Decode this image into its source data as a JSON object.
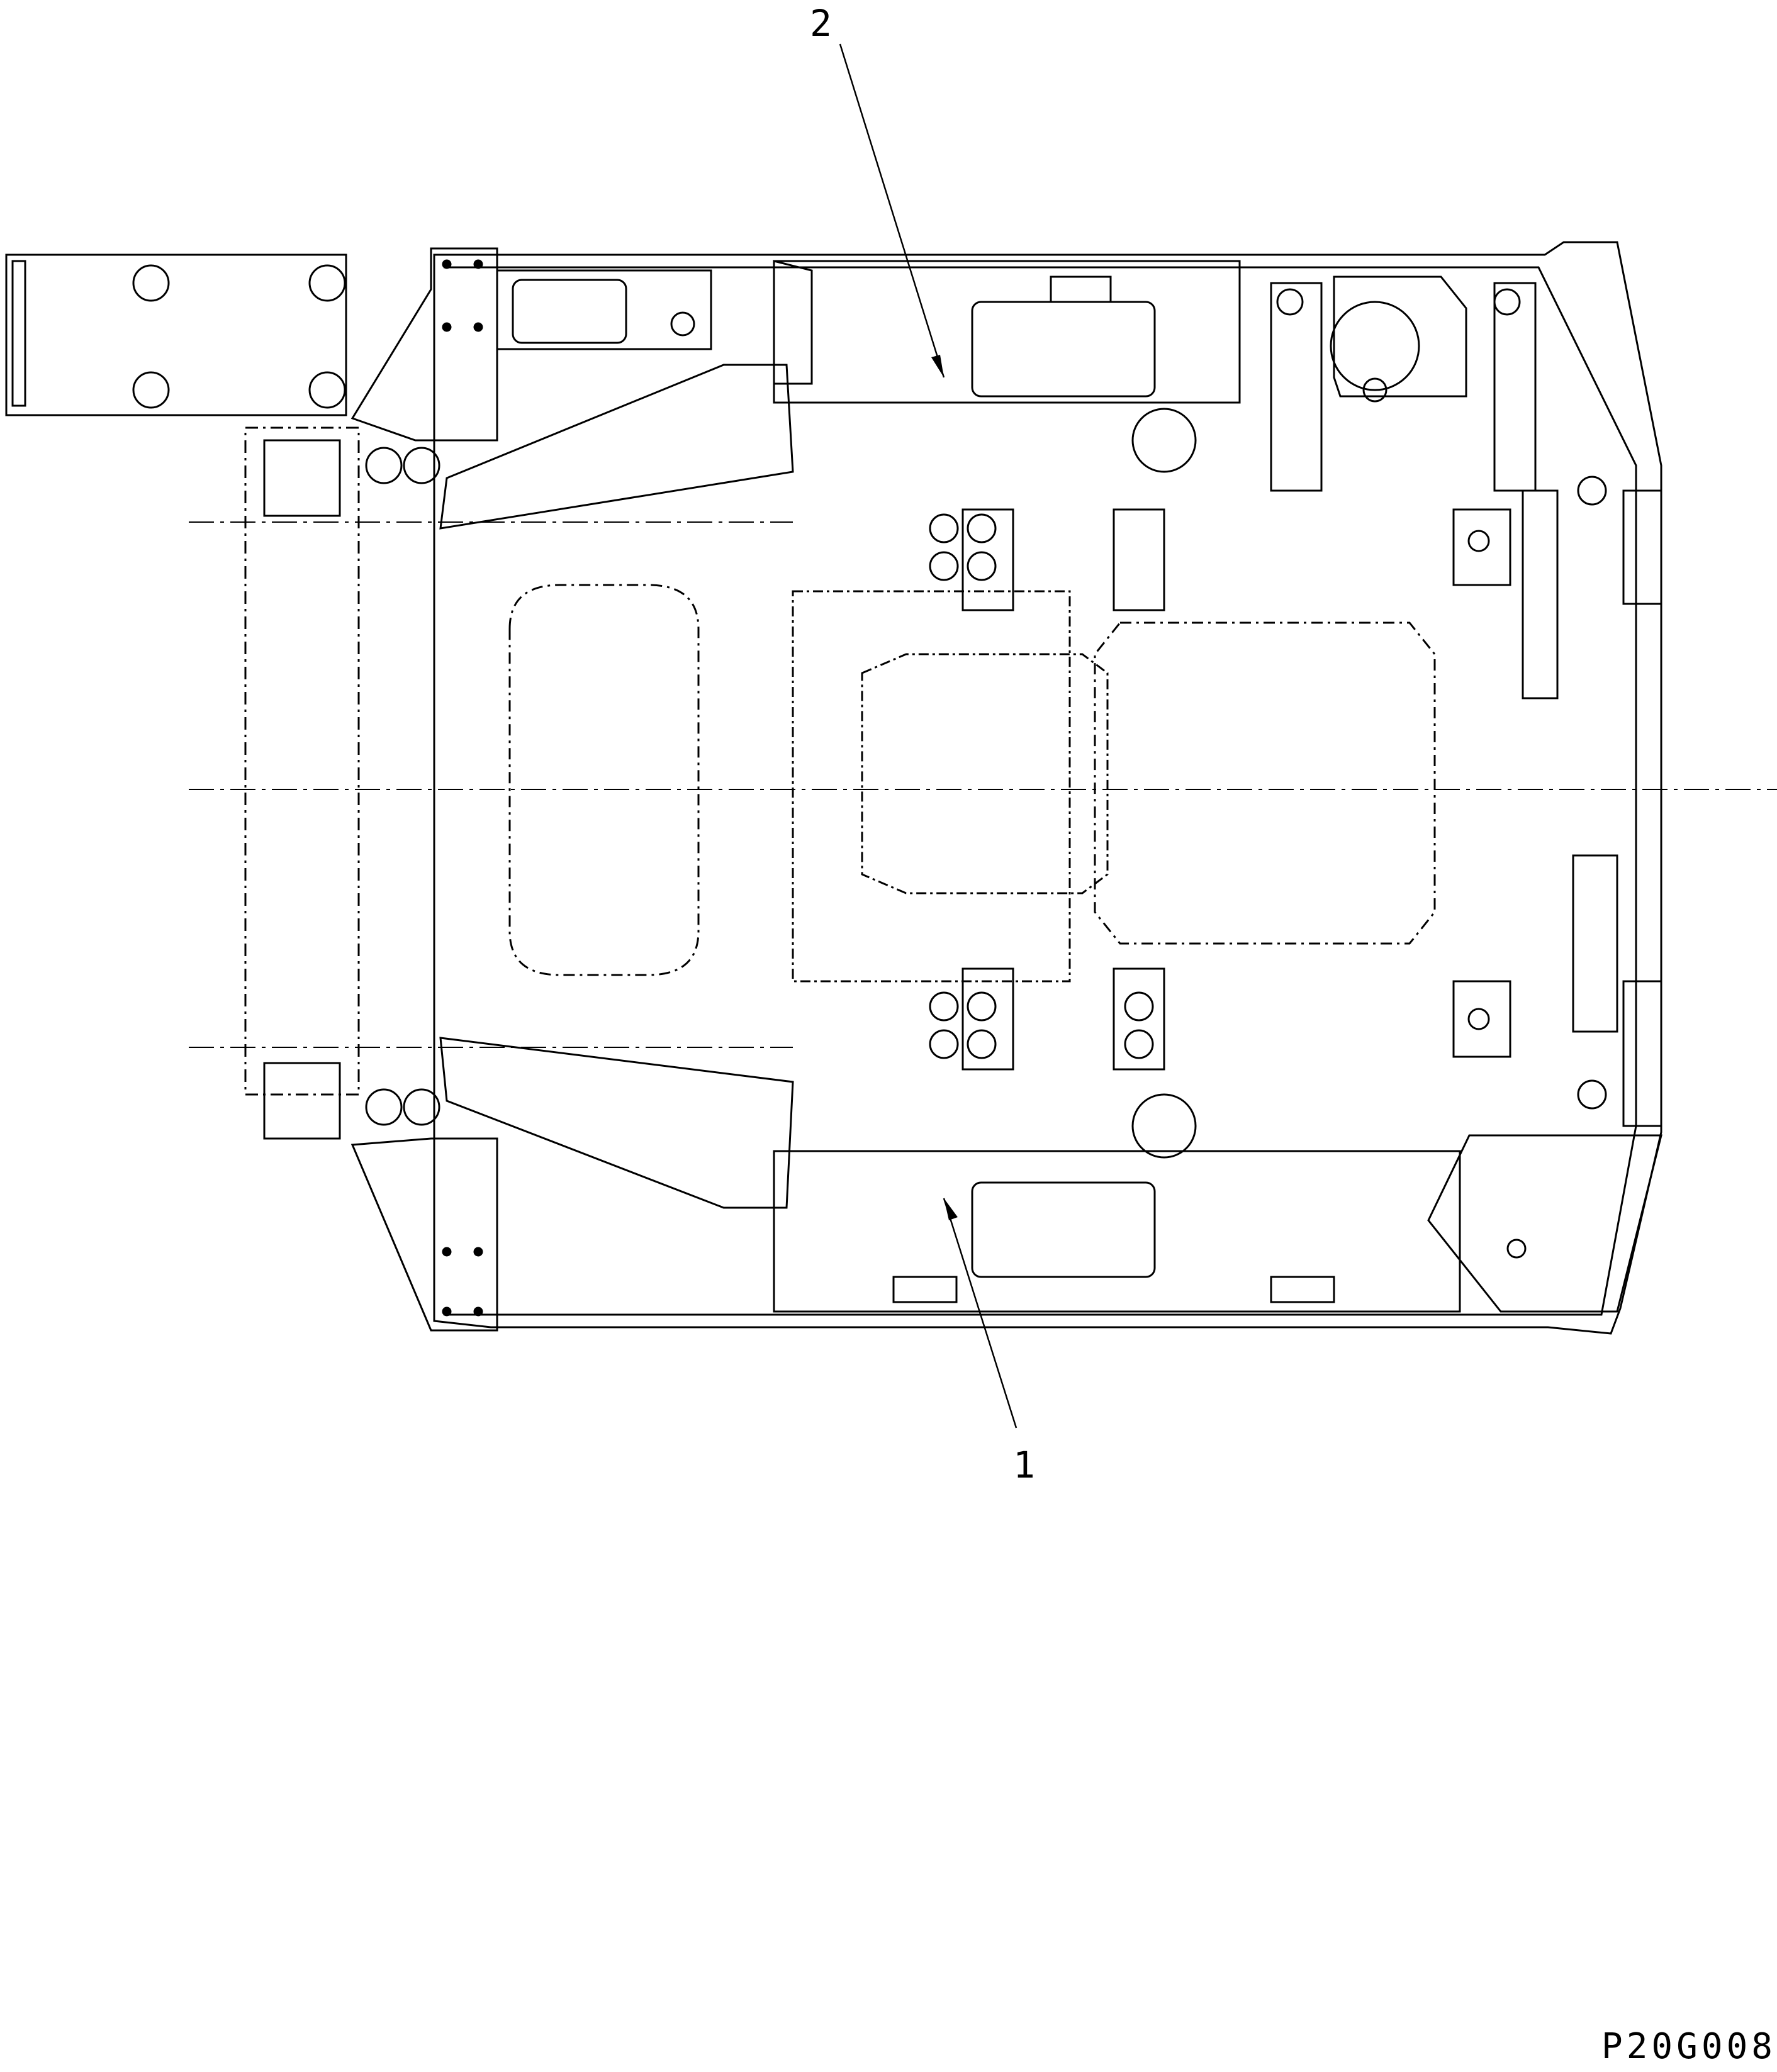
{
  "callouts": {
    "one": "1",
    "two": "2"
  },
  "drawing_code": "P20G008",
  "colors": {
    "ink": "#000000",
    "paper": "#ffffff"
  }
}
